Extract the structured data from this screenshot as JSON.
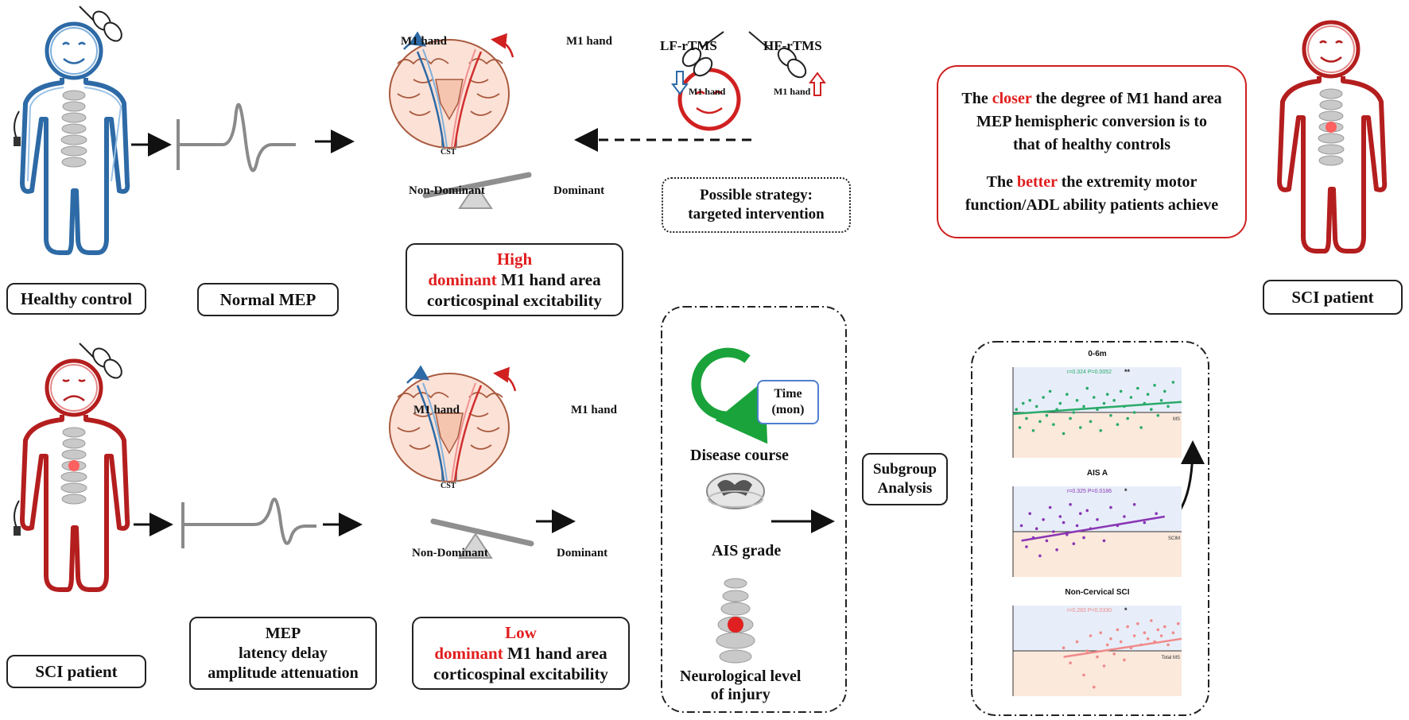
{
  "top_row": {
    "healthy_label": "Healthy control",
    "normal_mep_label": "Normal  MEP",
    "brain_left_hand": "M1 hand",
    "brain_right_hand": "M1 hand",
    "cst_label": "CST",
    "non_dominant": "Non-Dominant",
    "dominant": "Dominant",
    "excitability_level": "High",
    "excitability_line1_word": "dominant",
    "excitability_line1_rest": " M1 hand area",
    "excitability_line2": "corticospinal excitability",
    "lf_rtms": "LF-rTMS",
    "hf_rtms": "HF-rTMS",
    "lf_m1": "M1 hand",
    "hf_m1": "M1 hand",
    "strategy_line1": "Possible strategy:",
    "strategy_line2": "targeted intervention",
    "conclusion_l1_pre": "The ",
    "conclusion_l1_red": "closer",
    "conclusion_l1_post": " the degree of M1 hand  area",
    "conclusion_l2": "MEP hemispheric conversion is to",
    "conclusion_l3": "that of healthy controls",
    "conclusion_l4_pre": "The ",
    "conclusion_l4_red": "better",
    "conclusion_l4_post": " the extremity motor",
    "conclusion_l5": "function/ADL  ability patients achieve",
    "sci_patient_right": "SCI patient"
  },
  "bottom_row": {
    "sci_patient_left": "SCI patient",
    "mep_line1": "MEP",
    "mep_line2": "latency delay",
    "mep_line3": "amplitude  attenuation",
    "brain_left_hand": "M1 hand",
    "brain_right_hand": "M1 hand",
    "cst_label": "CST",
    "non_dominant": "Non-Dominant",
    "dominant": "Dominant",
    "excitability_level": "Low",
    "excitability_line1_word": "dominant",
    "excitability_line1_rest": " M1 hand area",
    "excitability_line2": "corticospinal excitability",
    "time_label_1": "Time",
    "time_label_2": "(mon)",
    "disease_course": "Disease course",
    "ais_grade": "AIS grade",
    "nli_line1": "Neurological level",
    "nli_line2": "of injury",
    "subgroup_line1": "Subgroup",
    "subgroup_line2": "Analysis"
  },
  "colors": {
    "healthy_blue": "#2d6aa6",
    "sci_red": "#b41e1e",
    "accent_red": "#e11d1d",
    "green_arrow": "#1aa33a",
    "panel1": "#2aaa6a",
    "panel2": "#8a35b5",
    "panel3": "#f08a8a"
  },
  "chart_data": [
    {
      "type": "scatter",
      "title": "0-6m",
      "annotation": "r=0.324 P=0.0052",
      "stars": "**",
      "xlabel": "MS",
      "ylabel": "",
      "color": "#2aaa6a",
      "trend": [
        [
          0,
          -0.05
        ],
        [
          1,
          0.35
        ]
      ],
      "points": [
        [
          0.02,
          0.1
        ],
        [
          0.04,
          -0.5
        ],
        [
          0.06,
          0.3
        ],
        [
          0.08,
          -0.2
        ],
        [
          0.1,
          0.4
        ],
        [
          0.12,
          -0.6
        ],
        [
          0.14,
          0.2
        ],
        [
          0.16,
          -0.3
        ],
        [
          0.18,
          0.5
        ],
        [
          0.2,
          -0.1
        ],
        [
          0.22,
          0.7
        ],
        [
          0.24,
          -0.4
        ],
        [
          0.26,
          0.1
        ],
        [
          0.28,
          0.3
        ],
        [
          0.3,
          -0.7
        ],
        [
          0.32,
          0.6
        ],
        [
          0.34,
          -0.2
        ],
        [
          0.36,
          0.0
        ],
        [
          0.38,
          0.4
        ],
        [
          0.4,
          -0.5
        ],
        [
          0.42,
          0.2
        ],
        [
          0.44,
          0.8
        ],
        [
          0.46,
          -0.3
        ],
        [
          0.48,
          0.5
        ],
        [
          0.5,
          0.1
        ],
        [
          0.52,
          -0.6
        ],
        [
          0.54,
          0.3
        ],
        [
          0.56,
          0.6
        ],
        [
          0.58,
          -0.1
        ],
        [
          0.6,
          0.4
        ],
        [
          0.62,
          -0.4
        ],
        [
          0.64,
          0.7
        ],
        [
          0.66,
          0.2
        ],
        [
          0.68,
          -0.2
        ],
        [
          0.7,
          0.5
        ],
        [
          0.72,
          0.0
        ],
        [
          0.74,
          0.8
        ],
        [
          0.76,
          -0.5
        ],
        [
          0.78,
          0.3
        ],
        [
          0.8,
          0.6
        ],
        [
          0.82,
          0.1
        ],
        [
          0.84,
          0.9
        ],
        [
          0.86,
          -0.1
        ],
        [
          0.88,
          0.4
        ],
        [
          0.9,
          0.7
        ],
        [
          0.92,
          0.2
        ],
        [
          0.95,
          1.0
        ]
      ]
    },
    {
      "type": "scatter",
      "title": "AIS  A",
      "annotation": "r=0.325 P=0.0186",
      "stars": "*",
      "xlabel": "SCIM",
      "ylabel": "",
      "color": "#8a35b5",
      "trend": [
        [
          0.05,
          -0.3
        ],
        [
          0.9,
          0.5
        ]
      ],
      "points": [
        [
          0.05,
          0.2
        ],
        [
          0.08,
          -0.5
        ],
        [
          0.1,
          0.6
        ],
        [
          0.12,
          -0.2
        ],
        [
          0.14,
          0.1
        ],
        [
          0.16,
          -0.8
        ],
        [
          0.18,
          0.4
        ],
        [
          0.2,
          -0.3
        ],
        [
          0.22,
          0.8
        ],
        [
          0.24,
          0.0
        ],
        [
          0.26,
          -0.6
        ],
        [
          0.28,
          0.5
        ],
        [
          0.3,
          0.3
        ],
        [
          0.32,
          -0.1
        ],
        [
          0.34,
          0.9
        ],
        [
          0.36,
          -0.4
        ],
        [
          0.38,
          0.2
        ],
        [
          0.4,
          0.6
        ],
        [
          0.42,
          -0.2
        ],
        [
          0.44,
          0.7
        ],
        [
          0.46,
          0.1
        ],
        [
          0.5,
          0.4
        ],
        [
          0.54,
          -0.3
        ],
        [
          0.58,
          0.8
        ],
        [
          0.62,
          0.2
        ],
        [
          0.66,
          0.5
        ],
        [
          0.72,
          0.9
        ],
        [
          0.78,
          0.3
        ],
        [
          0.85,
          0.6
        ]
      ]
    },
    {
      "type": "scatter",
      "title": "Non-Cervical  SCI",
      "annotation": "r=0.283  P=0.0330",
      "stars": "*",
      "xlabel": "Total MS",
      "ylabel": "",
      "color": "#f08a8a",
      "trend": [
        [
          0.3,
          -0.2
        ],
        [
          1,
          0.4
        ]
      ],
      "points": [
        [
          0.3,
          0.1
        ],
        [
          0.34,
          -0.4
        ],
        [
          0.38,
          0.3
        ],
        [
          0.42,
          -0.8
        ],
        [
          0.44,
          0.0
        ],
        [
          0.46,
          0.5
        ],
        [
          0.48,
          -1.2
        ],
        [
          0.5,
          -0.2
        ],
        [
          0.52,
          0.6
        ],
        [
          0.54,
          -0.5
        ],
        [
          0.56,
          0.2
        ],
        [
          0.58,
          0.4
        ],
        [
          0.6,
          -0.1
        ],
        [
          0.62,
          0.7
        ],
        [
          0.64,
          0.3
        ],
        [
          0.66,
          -0.3
        ],
        [
          0.68,
          0.8
        ],
        [
          0.7,
          0.1
        ],
        [
          0.72,
          0.5
        ],
        [
          0.74,
          0.9
        ],
        [
          0.76,
          0.2
        ],
        [
          0.78,
          0.6
        ],
        [
          0.8,
          0.4
        ],
        [
          0.82,
          1.0
        ],
        [
          0.84,
          0.3
        ],
        [
          0.86,
          0.7
        ],
        [
          0.88,
          0.5
        ],
        [
          0.9,
          0.8
        ],
        [
          0.92,
          0.2
        ],
        [
          0.95,
          0.6
        ],
        [
          0.98,
          0.9
        ]
      ]
    }
  ]
}
